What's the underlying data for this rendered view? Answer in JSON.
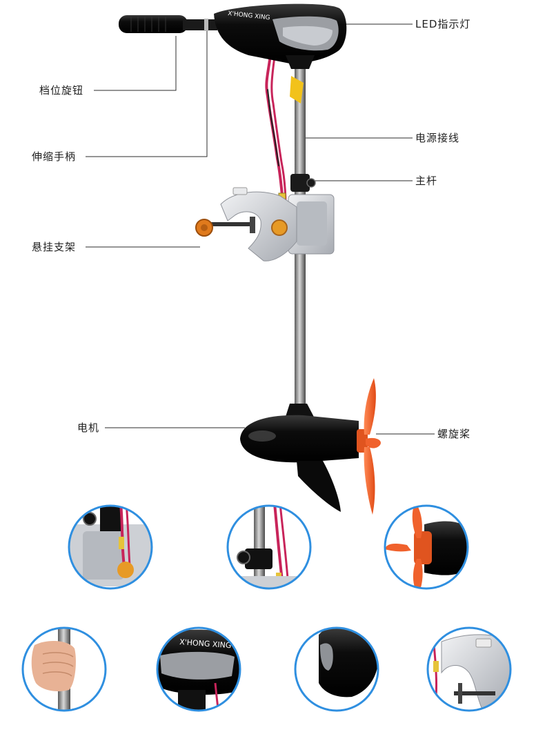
{
  "brand_text": "X'HONG XING",
  "callouts": {
    "led": "LED指示灯",
    "gear_knob": "档位旋钮",
    "telescopic_handle": "伸缩手柄",
    "power_cable": "电源接线",
    "main_shaft": "主杆",
    "mount_bracket": "悬挂支架",
    "motor": "电机",
    "propeller": "螺旋桨"
  },
  "detail_views": [
    {
      "subject": "bracket-and-shaft-collar"
    },
    {
      "subject": "shaft-collar-and-wires"
    },
    {
      "subject": "propeller-hub"
    },
    {
      "subject": "hand-gripping-shaft"
    },
    {
      "subject": "motor-head-brand"
    },
    {
      "subject": "motor-head-side"
    },
    {
      "subject": "clamp-bracket"
    }
  ],
  "colors": {
    "accent_blue": "#2f8fe0",
    "propeller_orange": "#f0612c",
    "motor_black": "#0d0d0d",
    "shaft_steel": "#8a8a8a",
    "bracket_grey": "#c9ccd1",
    "wire_red": "#c8245a",
    "knob_orange": "#e07a1c"
  }
}
